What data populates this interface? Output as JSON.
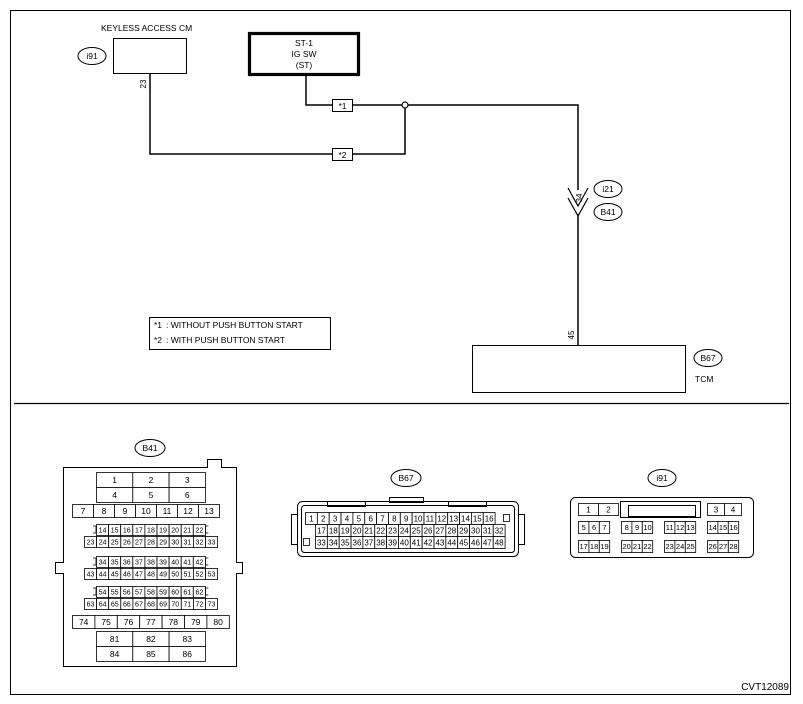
{
  "components": {
    "keyless": {
      "title": "KEYLESS ACCESS CM",
      "conn": "i91",
      "pin": "23"
    },
    "ignition": {
      "line1": "ST-1",
      "line2": "IG SW",
      "line3": "(ST)"
    },
    "tcm": {
      "title": "TCM",
      "conn": "B67",
      "pin": "45"
    },
    "joint": {
      "conn_a": "i21",
      "conn_b": "B41",
      "pin": "34"
    }
  },
  "wires": {
    "mark1": "*1",
    "mark2": "*2"
  },
  "legend": [
    {
      "mark": "*1",
      "text": ": WITHOUT PUSH BUTTON START"
    },
    {
      "mark": "*2",
      "text": ": WITH PUSH BUTTON START"
    }
  ],
  "connectors": {
    "b41": {
      "label": "B41",
      "rows": [
        [
          "1",
          "2",
          "3"
        ],
        [
          "4",
          "5",
          "6"
        ],
        [
          "7",
          "8",
          "9",
          "10",
          "11",
          "12",
          "13"
        ],
        [
          "14",
          "15",
          "16",
          "17",
          "18",
          "19",
          "20",
          "21",
          "22"
        ],
        [
          "23",
          "24",
          "25",
          "26",
          "27",
          "28",
          "29",
          "30",
          "31",
          "32",
          "33"
        ],
        [
          "34",
          "35",
          "36",
          "37",
          "38",
          "39",
          "40",
          "41",
          "42"
        ],
        [
          "43",
          "44",
          "45",
          "46",
          "47",
          "48",
          "49",
          "50",
          "51",
          "52",
          "53"
        ],
        [
          "54",
          "55",
          "56",
          "57",
          "58",
          "59",
          "60",
          "61",
          "62"
        ],
        [
          "63",
          "64",
          "65",
          "66",
          "67",
          "68",
          "69",
          "70",
          "71",
          "72",
          "73"
        ],
        [
          "74",
          "75",
          "76",
          "77",
          "78",
          "79",
          "80"
        ],
        [
          "81",
          "82",
          "83"
        ],
        [
          "84",
          "85",
          "86"
        ]
      ]
    },
    "b67": {
      "label": "B67",
      "rows": [
        [
          "1",
          "2",
          "3",
          "4",
          "5",
          "6",
          "7",
          "8",
          "9",
          "10",
          "11",
          "12",
          "13",
          "14",
          "15",
          "16"
        ],
        [
          "17",
          "18",
          "19",
          "20",
          "21",
          "22",
          "23",
          "24",
          "25",
          "26",
          "27",
          "28",
          "29",
          "30",
          "31",
          "32"
        ],
        [
          "33",
          "34",
          "35",
          "36",
          "37",
          "38",
          "39",
          "40",
          "41",
          "42",
          "43",
          "44",
          "45",
          "46",
          "47",
          "48"
        ]
      ]
    },
    "i91": {
      "label": "i91",
      "rows": [
        [
          "1",
          "2",
          "3",
          "4"
        ],
        [
          "5",
          "6",
          "7",
          "8",
          "9",
          "10",
          "11",
          "12",
          "13",
          "14",
          "15",
          "16"
        ],
        [
          "17",
          "18",
          "19",
          "20",
          "21",
          "22",
          "23",
          "24",
          "25",
          "26",
          "27",
          "28"
        ]
      ]
    }
  },
  "figure_code": "CVT12089"
}
